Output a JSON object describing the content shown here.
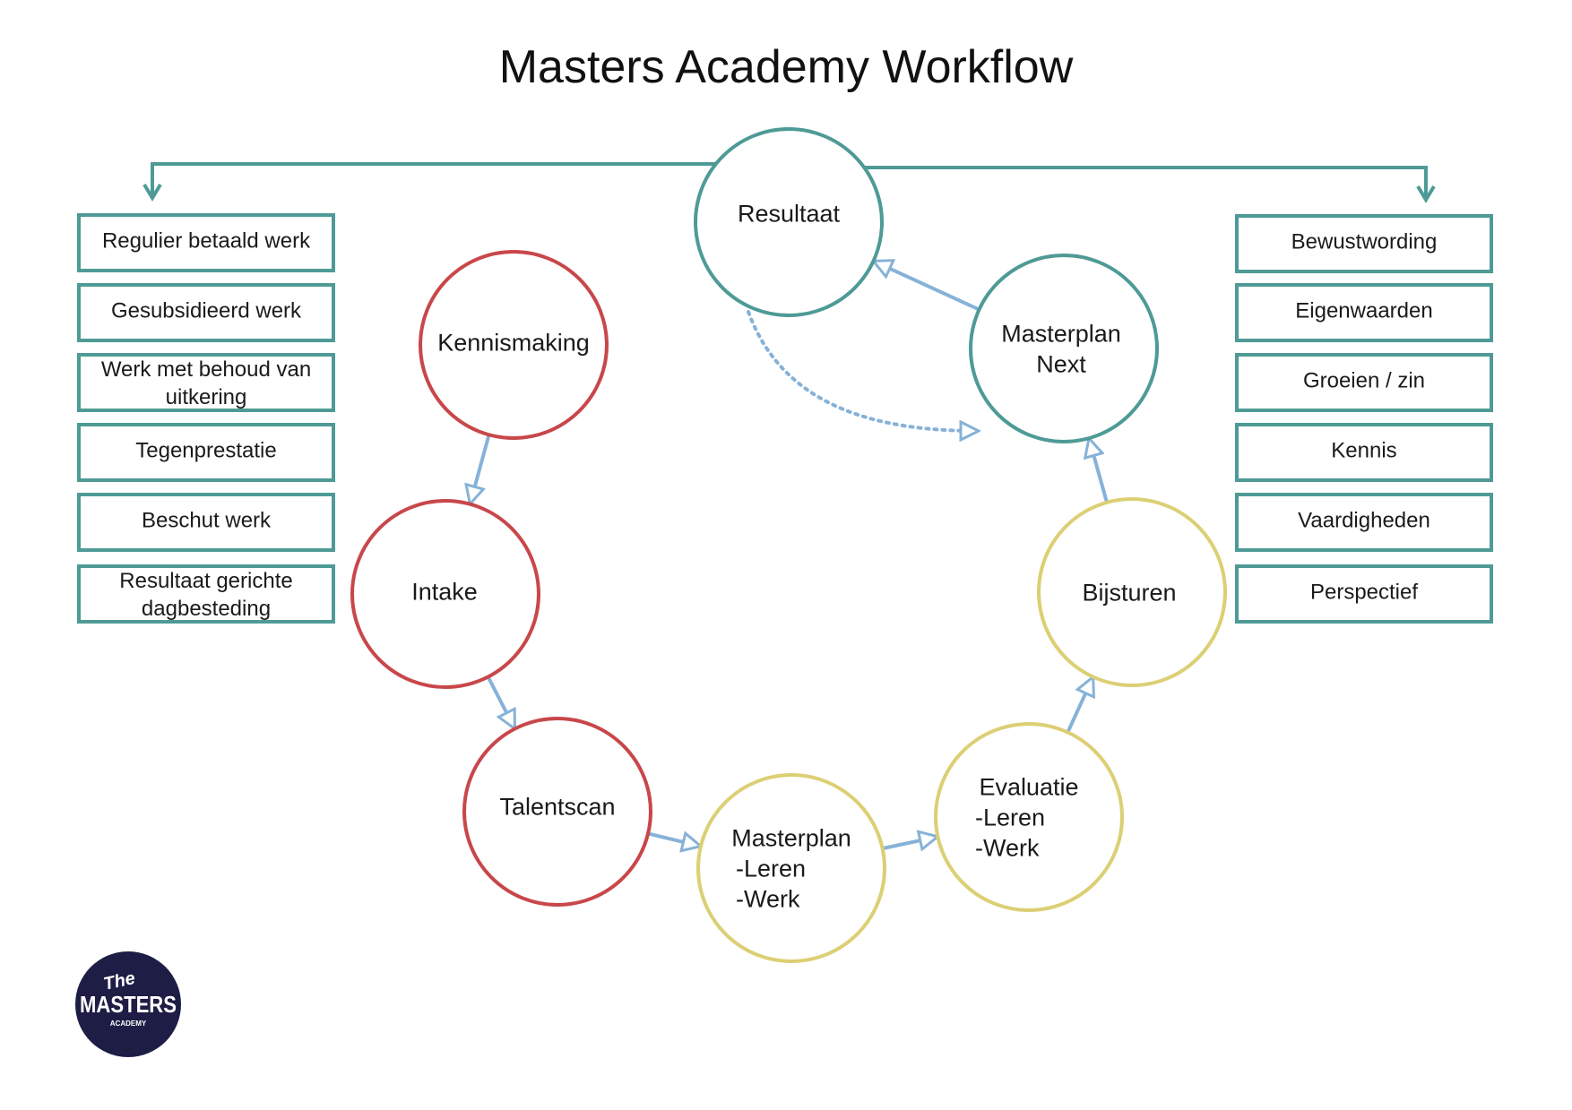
{
  "title": "Masters Academy Workflow",
  "colors": {
    "teal": "#4e9a96",
    "red": "#c8474a",
    "yellow": "#dccf74",
    "arrow": "#86b2d8",
    "logo_bg": "#1d1d45"
  },
  "nodes": [
    {
      "id": "resultaat",
      "lines": [
        "Resultaat"
      ],
      "color": "teal"
    },
    {
      "id": "masterplan-next",
      "lines": [
        "Masterplan",
        "Next"
      ],
      "color": "teal"
    },
    {
      "id": "kennismaking",
      "lines": [
        "Kennismaking"
      ],
      "color": "red"
    },
    {
      "id": "intake",
      "lines": [
        "Intake"
      ],
      "color": "red"
    },
    {
      "id": "talentscan",
      "lines": [
        "Talentscan"
      ],
      "color": "red"
    },
    {
      "id": "masterplan",
      "lines": [
        "Masterplan",
        "-Leren",
        "-Werk"
      ],
      "color": "yellow"
    },
    {
      "id": "evaluatie",
      "lines": [
        "Evaluatie",
        "-Leren",
        "-Werk"
      ],
      "color": "yellow"
    },
    {
      "id": "bijsturen",
      "lines": [
        "Bijsturen"
      ],
      "color": "yellow"
    }
  ],
  "edges": [
    {
      "from": "kennismaking",
      "to": "intake",
      "style": "solid"
    },
    {
      "from": "intake",
      "to": "talentscan",
      "style": "solid"
    },
    {
      "from": "talentscan",
      "to": "masterplan",
      "style": "solid"
    },
    {
      "from": "masterplan",
      "to": "evaluatie",
      "style": "solid"
    },
    {
      "from": "evaluatie",
      "to": "bijsturen",
      "style": "solid"
    },
    {
      "from": "bijsturen",
      "to": "masterplan-next",
      "style": "solid"
    },
    {
      "from": "masterplan-next",
      "to": "resultaat",
      "style": "solid"
    },
    {
      "from": "resultaat",
      "to": "masterplan-next",
      "style": "dotted"
    }
  ],
  "left_boxes": [
    [
      "Regulier betaald werk"
    ],
    [
      "Gesubsidieerd werk"
    ],
    [
      "Werk met behoud van",
      "uitkering"
    ],
    [
      "Tegenprestatie"
    ],
    [
      "Beschut werk"
    ],
    [
      "Resultaat gerichte",
      "dagbesteding"
    ]
  ],
  "right_boxes": [
    [
      "Bewustwording"
    ],
    [
      "Eigenwaarden"
    ],
    [
      "Groeien / zin"
    ],
    [
      "Kennis"
    ],
    [
      "Vaardigheden"
    ],
    [
      "Perspectief"
    ]
  ],
  "logo": {
    "line1": "The",
    "line2": "MASTERS",
    "line3": "ACADEMY"
  }
}
